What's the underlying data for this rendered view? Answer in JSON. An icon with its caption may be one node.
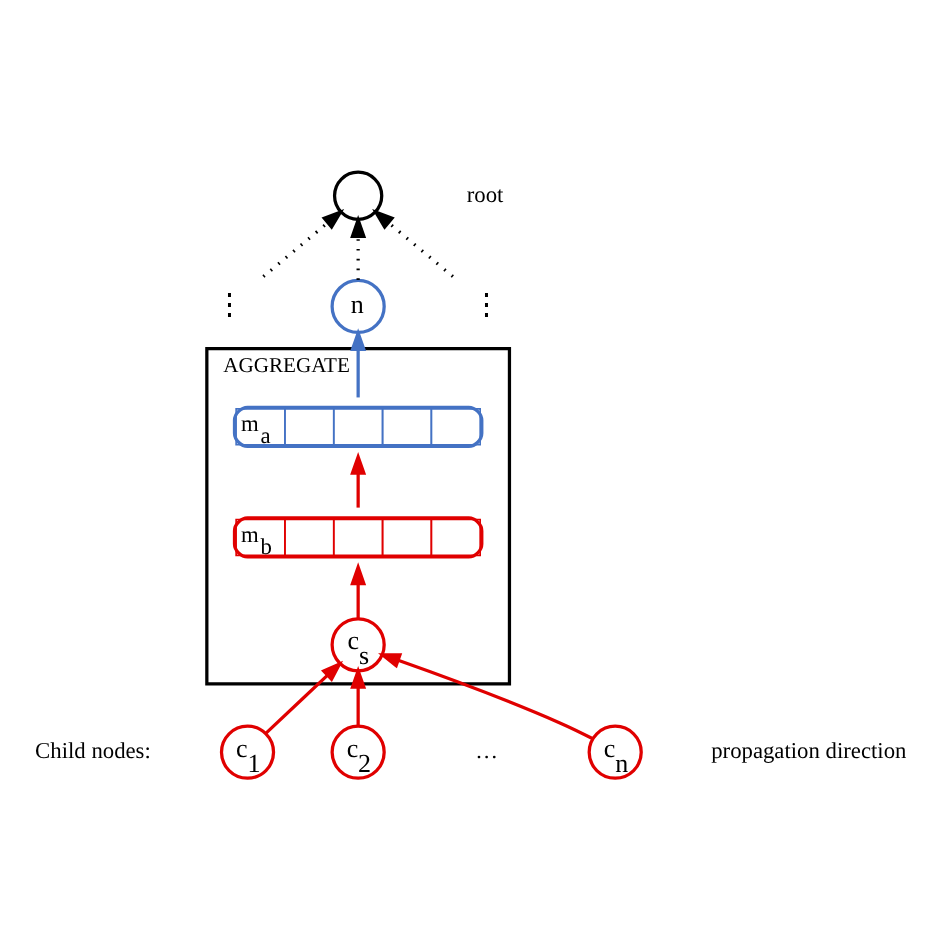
{
  "diagram": {
    "nodes": [
      {
        "text": [],
        "shape": "circle",
        "beside": [
          "root"
        ]
      },
      {
        "text": [
          "⋮"
        ]
      },
      {
        "text": [
          "n"
        ]
      },
      {
        "text": [
          "⋮"
        ]
      },
      {
        "text": [
          "AGGREGATE"
        ]
      },
      {
        "text": [
          "m$_{a}$"
        ],
        "in": 4
      },
      {
        "text": [
          "m$_{b}$"
        ],
        "in": 4
      },
      {
        "text": [
          "c$_{s}$"
        ],
        "in": 4
      },
      {
        "text": [
          "c$_{1}$"
        ]
      },
      {
        "text": [
          "c$_{2}$"
        ]
      },
      {
        "text": [
          "c$_{n}$"
        ]
      }
    ],
    "edges": [
      {
        "from": 1,
        "to": 0,
        "arrow": "to",
        "style": "dashed",
        "color": "#000000"
      },
      {
        "from": 2,
        "to": 0,
        "arrow": "to",
        "style": "dashed",
        "color": "#000000"
      },
      {
        "from": 3,
        "to": 0,
        "arrow": "to",
        "style": "dashed",
        "color": "#000000"
      },
      {
        "from": 5,
        "to": 2,
        "arrow": "to",
        "color": "#4472c4"
      },
      {
        "from": 6,
        "to": 5,
        "arrow": "to"
      },
      {
        "from": 7,
        "to": 6,
        "arrow": "to"
      },
      {
        "from": 8,
        "to": 7,
        "arrow": "to"
      },
      {
        "from": 9,
        "to": 7,
        "arrow": "to"
      },
      {
        "from": 10,
        "to": 7,
        "arrow": "to"
      }
    ],
    "labels": [
      "Child nodes:",
      "…",
      "propagation direction"
    ]
  }
}
